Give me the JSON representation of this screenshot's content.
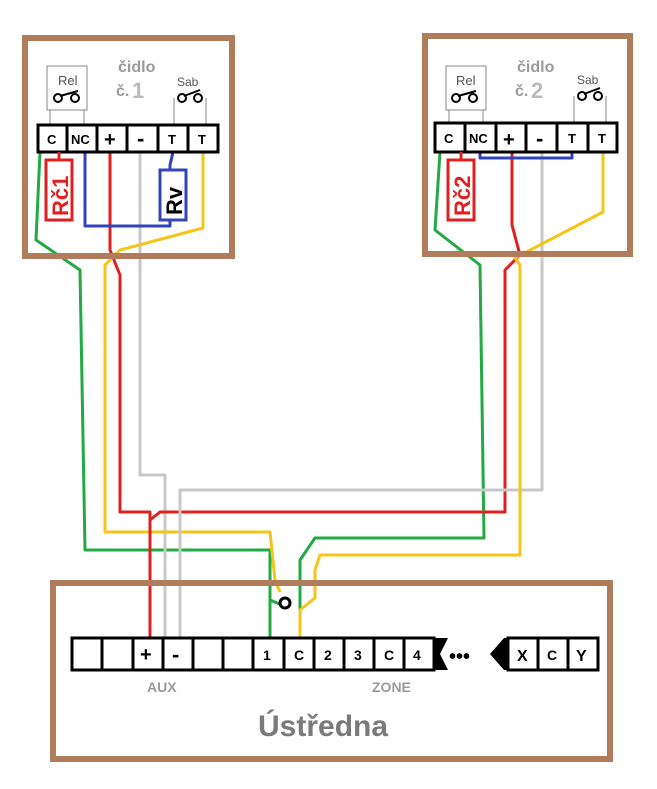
{
  "colors": {
    "box_border": "#b07c5c",
    "green": "#22aa44",
    "red": "#e02020",
    "gray": "#c8c8c8",
    "yellow": "#f5c518",
    "blue": "#3344bb",
    "label_gray": "#9a9a9a"
  },
  "sensor1": {
    "title_line1": "čidlo",
    "title_prefix": "č.",
    "title_number": "1",
    "rel_label": "Rel",
    "sab_label": "Sab",
    "terminals": [
      "C",
      "NC",
      "+",
      "-",
      "T",
      "T"
    ],
    "resistor_alarm": "Rč1",
    "resistor_tamper": "Rv"
  },
  "sensor2": {
    "title_line1": "čidlo",
    "title_prefix": "č.",
    "title_number": "2",
    "rel_label": "Rel",
    "sab_label": "Sab",
    "terminals": [
      "C",
      "NC",
      "+",
      "-",
      "T",
      "T"
    ],
    "resistor_alarm": "Rč2"
  },
  "panel": {
    "title": "Ústředna",
    "aux_label": "AUX",
    "zone_label": "ZONE",
    "terminals_left": [
      "",
      "",
      "+",
      "-",
      "",
      "",
      "1",
      "C",
      "2",
      "3",
      "C",
      "4"
    ],
    "terminals_right": [
      "X",
      "C",
      "Y"
    ],
    "ellipsis": "•••"
  }
}
